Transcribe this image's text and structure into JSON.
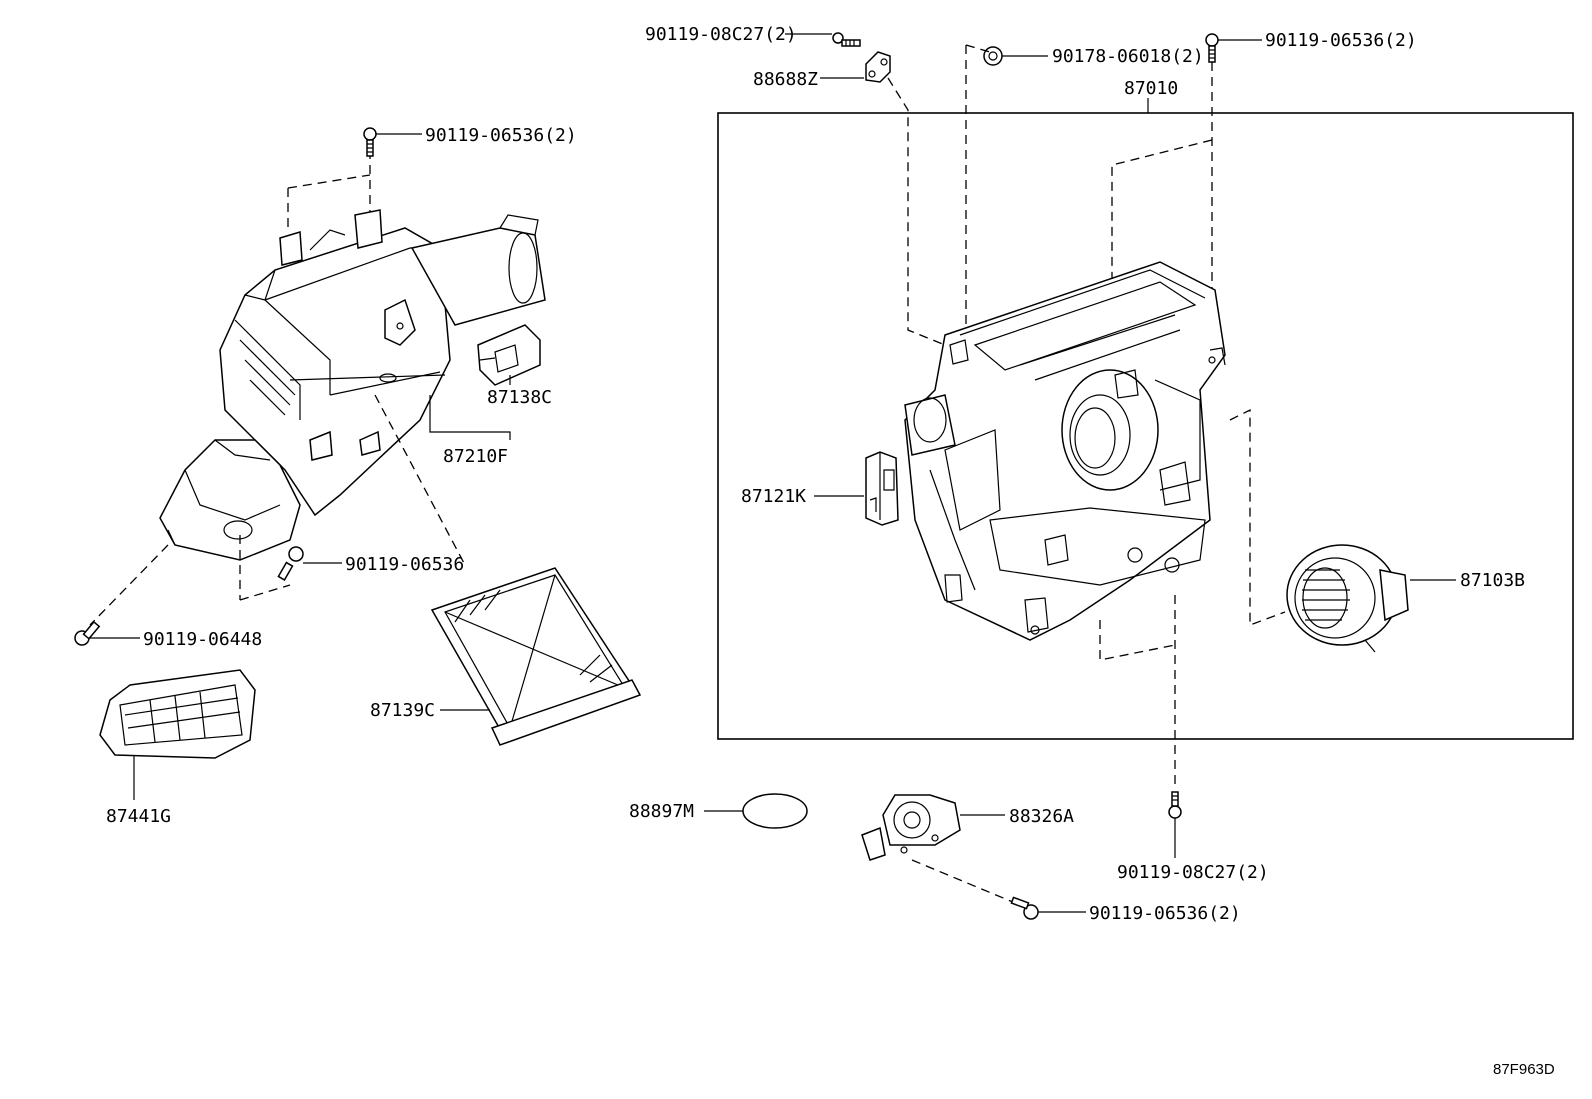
{
  "diagram": {
    "code": "87F963D",
    "parts": [
      {
        "id": "p_90119_08c27_top",
        "label": "90119-08C27(2)"
      },
      {
        "id": "p_88688z",
        "label": "88688Z"
      },
      {
        "id": "p_90178_06018",
        "label": "90178-06018(2)"
      },
      {
        "id": "p_90119_06536_topright",
        "label": "90119-06536(2)"
      },
      {
        "id": "p_87010",
        "label": "87010"
      },
      {
        "id": "p_90119_06536_left",
        "label": "90119-06536(2)"
      },
      {
        "id": "p_87138c",
        "label": "87138C"
      },
      {
        "id": "p_87210f",
        "label": "87210F"
      },
      {
        "id": "p_90119_06536_mid",
        "label": "90119-06536"
      },
      {
        "id": "p_90119_06448",
        "label": "90119-06448"
      },
      {
        "id": "p_87139c",
        "label": "87139C"
      },
      {
        "id": "p_87441g",
        "label": "87441G"
      },
      {
        "id": "p_87121k",
        "label": "87121K"
      },
      {
        "id": "p_87103b",
        "label": "87103B"
      },
      {
        "id": "p_88897m",
        "label": "88897M"
      },
      {
        "id": "p_88326a",
        "label": "88326A"
      },
      {
        "id": "p_90119_08c27_bottom",
        "label": "90119-08C27(2)"
      },
      {
        "id": "p_90119_06536_bottom",
        "label": "90119-06536(2)"
      }
    ]
  }
}
